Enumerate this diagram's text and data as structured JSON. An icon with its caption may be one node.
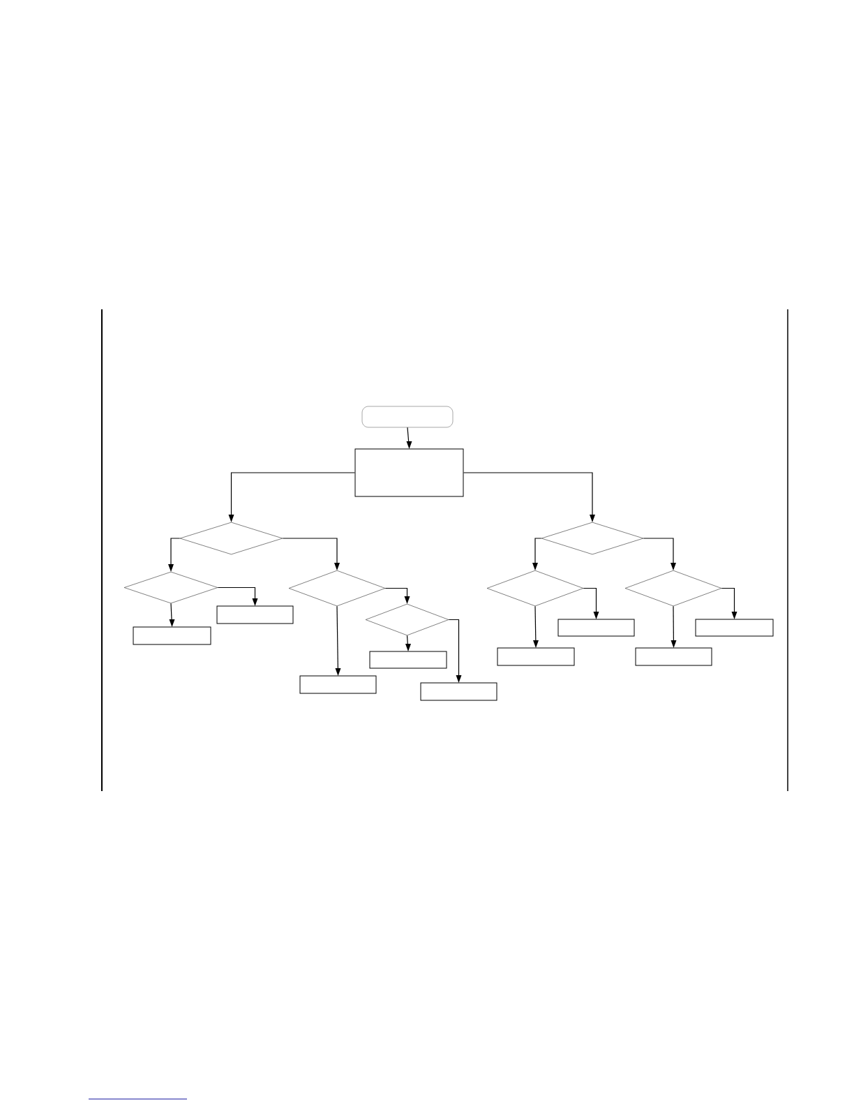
{
  "diagram": {
    "nodes": [
      {
        "text": [],
        "shape": "capsule"
      },
      {
        "text": [],
        "shape": "box"
      },
      {
        "text": [],
        "shape": "diamond"
      },
      {
        "text": [],
        "shape": "diamond"
      },
      {
        "text": [],
        "shape": "diamond"
      },
      {
        "text": [],
        "shape": "diamond"
      },
      {
        "text": [],
        "shape": "diamond"
      },
      {
        "text": [],
        "shape": "diamond"
      },
      {
        "text": [],
        "shape": "diamond"
      },
      {
        "text": [],
        "shape": "box"
      },
      {
        "text": [],
        "shape": "box"
      },
      {
        "text": [],
        "shape": "box"
      },
      {
        "text": [],
        "shape": "box"
      },
      {
        "text": [],
        "shape": "box"
      },
      {
        "text": [],
        "shape": "box"
      },
      {
        "text": [],
        "shape": "box"
      },
      {
        "text": [],
        "shape": "box"
      },
      {
        "text": [],
        "shape": "box"
      }
    ],
    "edges": [
      {
        "from": 0,
        "to": 1,
        "arrow": "to"
      },
      {
        "from": 1,
        "to": 2,
        "arrow": "to"
      },
      {
        "from": 1,
        "to": 3,
        "arrow": "to"
      },
      {
        "from": 2,
        "to": 4,
        "arrow": "to"
      },
      {
        "from": 2,
        "to": 5,
        "arrow": "to"
      },
      {
        "from": 3,
        "to": 6,
        "arrow": "to"
      },
      {
        "from": 3,
        "to": 7,
        "arrow": "to"
      },
      {
        "from": 4,
        "to": 9,
        "arrow": "to"
      },
      {
        "from": 4,
        "to": 10,
        "arrow": "to"
      },
      {
        "from": 5,
        "to": 11,
        "arrow": "to"
      },
      {
        "from": 5,
        "to": 8,
        "arrow": "to"
      },
      {
        "from": 8,
        "to": 12,
        "arrow": "to"
      },
      {
        "from": 8,
        "to": 13,
        "arrow": "to"
      },
      {
        "from": 6,
        "to": 14,
        "arrow": "to"
      },
      {
        "from": 6,
        "to": 15,
        "arrow": "to"
      },
      {
        "from": 7,
        "to": 16,
        "arrow": "to"
      },
      {
        "from": 7,
        "to": 17,
        "arrow": "to"
      }
    ]
  }
}
